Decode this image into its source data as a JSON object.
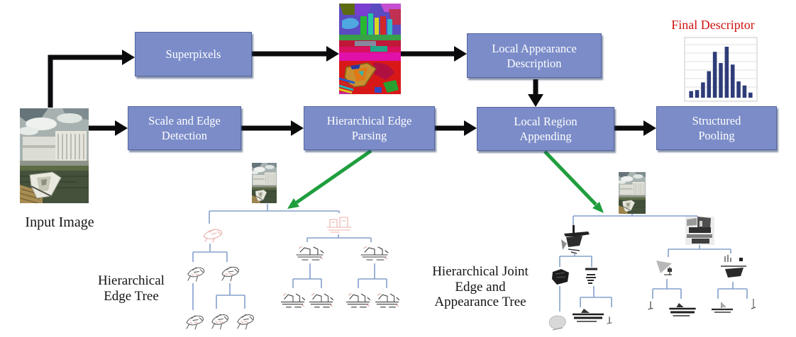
{
  "flow_boxes": {
    "superpixels": "Superpixels",
    "scale_and_edge_detection": "Scale and Edge Detection",
    "hierarchical_edge_parsing": "Hierarchical Edge Parsing",
    "local_appearance_description": "Local Appearance Description",
    "local_region_appending": "Local Region Appending",
    "structured_pooling": "Structured Pooling"
  },
  "labels": {
    "input_image": "Input Image",
    "final_descriptor": "Final Descriptor",
    "left_tree": "Hierarchical Edge Tree",
    "right_tree": "Hierarchical Joint Edge and Appearance Tree"
  },
  "images": {
    "input_photo": "photo-of-building-and-boat",
    "superpixel_segmentation": "colorful-superpixel-segmentation",
    "left_tree_nodes": "edge-sketch-thumbnails",
    "right_tree_nodes": "grayscale-region-thumbnails"
  },
  "final_descriptor_histogram": {
    "type": "bar",
    "values": [
      0.13,
      0.15,
      0.3,
      0.52,
      0.9,
      0.68,
      1.0,
      0.65,
      0.32,
      0.24,
      0.1
    ],
    "bar_color": "#2e3d78"
  },
  "colors": {
    "box_fill": "#7b8cc8",
    "box_border": "#55669f",
    "box_shadow": "#203864",
    "box_text": "#ffffff",
    "arrow": "#0b0b0d",
    "green_arrow": "#1f9e3d",
    "tree_line": "#84a0cc",
    "final_descriptor_text": "#cf1310",
    "histogram_bar": "#2e3d78",
    "label_text": "#141414",
    "canvas_bg": "#ffffff"
  }
}
